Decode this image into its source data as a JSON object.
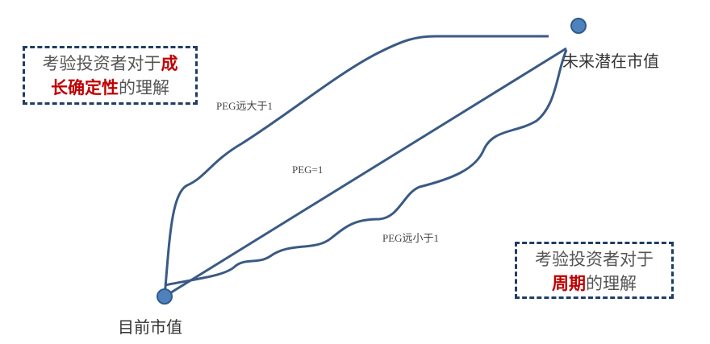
{
  "box_growth": {
    "line1_plain": "考验投资者对于",
    "line1_red": "成",
    "line2_red": "长确定性",
    "line2_plain": "的理解"
  },
  "box_cycle": {
    "line1_plain": "考验投资者对于",
    "line2_red": "周期",
    "line2_plain": "的理解"
  },
  "labels": {
    "peg_high": "PEG远大于1",
    "peg_equal": "PEG=1",
    "peg_low": "PEG远小于1",
    "future_value": "未来潜在市值",
    "current_value": "目前市值"
  },
  "colors": {
    "line": "#3a5a85",
    "dot": "#4f81bd",
    "red": "#c00000"
  }
}
